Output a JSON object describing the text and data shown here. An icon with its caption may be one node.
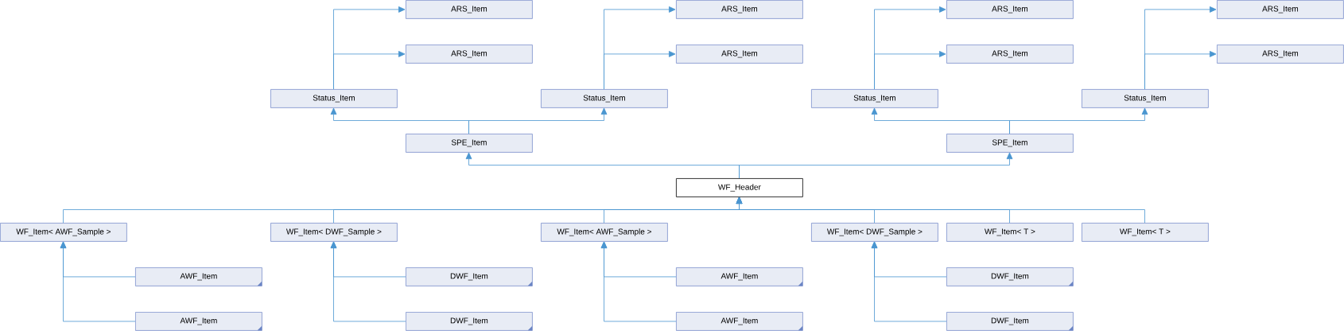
{
  "diagram": {
    "nodes": [
      {
        "text": [
          "ARS_Item"
        ]
      },
      {
        "text": [
          "ARS_Item"
        ]
      },
      {
        "text": [
          "ARS_Item"
        ]
      },
      {
        "text": [
          "ARS_Item"
        ]
      },
      {
        "text": [
          "ARS_Item"
        ]
      },
      {
        "text": [
          "ARS_Item"
        ]
      },
      {
        "text": [
          "ARS_Item"
        ]
      },
      {
        "text": [
          "ARS_Item"
        ]
      },
      {
        "text": [
          "Status_Item"
        ]
      },
      {
        "text": [
          "Status_Item"
        ]
      },
      {
        "text": [
          "Status_Item"
        ]
      },
      {
        "text": [
          "Status_Item"
        ]
      },
      {
        "text": [
          "SPE_Item"
        ]
      },
      {
        "text": [
          "SPE_Item"
        ]
      },
      {
        "text": [
          "WF_Header"
        ]
      },
      {
        "text": [
          "WF_Item< AWF_Sample >"
        ]
      },
      {
        "text": [
          "WF_Item< DWF_Sample >"
        ]
      },
      {
        "text": [
          "WF_Item< AWF_Sample >"
        ]
      },
      {
        "text": [
          "WF_Item< DWF_Sample >"
        ]
      },
      {
        "text": [
          "WF_Item< T >"
        ]
      },
      {
        "text": [
          "WF_Item< T >"
        ]
      },
      {
        "text": [
          "AWF_Item"
        ]
      },
      {
        "text": [
          "DWF_Item"
        ]
      },
      {
        "text": [
          "AWF_Item"
        ]
      },
      {
        "text": [
          "DWF_Item"
        ]
      },
      {
        "text": [
          "AWF_Item"
        ]
      },
      {
        "text": [
          "DWF_Item"
        ]
      },
      {
        "text": [
          "AWF_Item"
        ]
      },
      {
        "text": [
          "DWF_Item"
        ]
      }
    ],
    "edges": [
      {
        "from": 8,
        "to": 0,
        "arrow": "to"
      },
      {
        "from": 8,
        "to": 4,
        "arrow": "to"
      },
      {
        "from": 9,
        "to": 1,
        "arrow": "to"
      },
      {
        "from": 9,
        "to": 5,
        "arrow": "to"
      },
      {
        "from": 10,
        "to": 2,
        "arrow": "to"
      },
      {
        "from": 10,
        "to": 6,
        "arrow": "to"
      },
      {
        "from": 11,
        "to": 3,
        "arrow": "to"
      },
      {
        "from": 11,
        "to": 7,
        "arrow": "to"
      },
      {
        "from": 12,
        "to": 8,
        "arrow": "to"
      },
      {
        "from": 12,
        "to": 9,
        "arrow": "to"
      },
      {
        "from": 13,
        "to": 10,
        "arrow": "to"
      },
      {
        "from": 13,
        "to": 11,
        "arrow": "to"
      },
      {
        "from": 14,
        "to": 12,
        "arrow": "to"
      },
      {
        "from": 14,
        "to": 13,
        "arrow": "to"
      },
      {
        "from": 15,
        "to": 14,
        "arrow": "to"
      },
      {
        "from": 16,
        "to": 14,
        "arrow": "to"
      },
      {
        "from": 17,
        "to": 14,
        "arrow": "to"
      },
      {
        "from": 18,
        "to": 14,
        "arrow": "to"
      },
      {
        "from": 19,
        "to": 14,
        "arrow": "to"
      },
      {
        "from": 20,
        "to": 14,
        "arrow": "to"
      },
      {
        "from": 21,
        "to": 15,
        "arrow": "to"
      },
      {
        "from": 25,
        "to": 15,
        "arrow": "to"
      },
      {
        "from": 22,
        "to": 16,
        "arrow": "to"
      },
      {
        "from": 26,
        "to": 16,
        "arrow": "to"
      },
      {
        "from": 23,
        "to": 17,
        "arrow": "to"
      },
      {
        "from": 27,
        "to": 17,
        "arrow": "to"
      },
      {
        "from": 24,
        "to": 18,
        "arrow": "to"
      },
      {
        "from": 28,
        "to": 18,
        "arrow": "to"
      }
    ]
  }
}
